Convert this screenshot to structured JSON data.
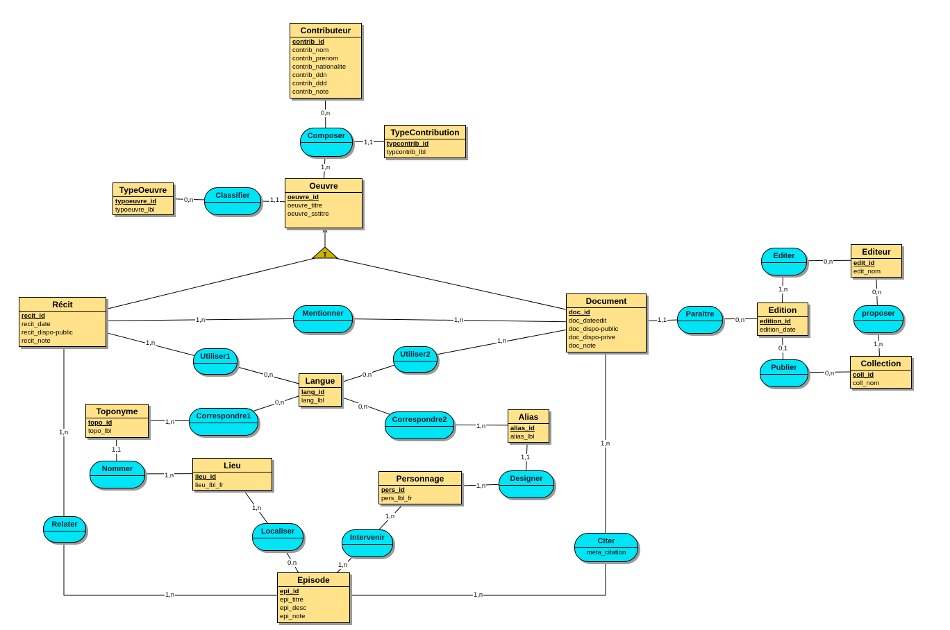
{
  "colors": {
    "entity": "#ffe28a",
    "association": "#00e5f5",
    "inheritance": "#c8b400",
    "line": "#000000"
  },
  "entities": [
    {
      "id": "contributeur",
      "title": "Contributeur",
      "pk": "contrib_id",
      "attrs": [
        "contrib_nom",
        "contrib_prenom",
        "contrib_nationalite",
        "contrib_ddn",
        "contrib_ddd",
        "contrib_note"
      ]
    },
    {
      "id": "typecontribution",
      "title": "TypeContribution",
      "pk": "typcontrib_id",
      "attrs": [
        "typcontrib_lbl"
      ]
    },
    {
      "id": "typeoeuvre",
      "title": "TypeOeuvre",
      "pk": "typoeuvre_id",
      "attrs": [
        "typoeuvre_lbl"
      ]
    },
    {
      "id": "oeuvre",
      "title": "Oeuvre",
      "pk": "oeuvre_id",
      "attrs": [
        "oeuvre_titre",
        "oeuvre_sstitre"
      ]
    },
    {
      "id": "recit",
      "title": "Récit",
      "pk": "recit_id",
      "attrs": [
        "recit_date",
        "recit_dispo-public",
        "recit_note"
      ]
    },
    {
      "id": "document",
      "title": "Document",
      "pk": "doc_id",
      "attrs": [
        "doc_dateedit",
        "doc_dispo-public",
        "doc_dispo-prive",
        "doc_note"
      ]
    },
    {
      "id": "editeur",
      "title": "Editeur",
      "pk": "edit_id",
      "attrs": [
        "edit_nom"
      ]
    },
    {
      "id": "edition",
      "title": "Edition",
      "pk": "edition_id",
      "attrs": [
        "edition_date"
      ]
    },
    {
      "id": "collection",
      "title": "Collection",
      "pk": "coll_id",
      "attrs": [
        "coll_nom"
      ]
    },
    {
      "id": "langue",
      "title": "Langue",
      "pk": "lang_id",
      "attrs": [
        "lang_lbl"
      ]
    },
    {
      "id": "toponyme",
      "title": "Toponyme",
      "pk": "topo_id",
      "attrs": [
        "topo_lbl"
      ]
    },
    {
      "id": "alias",
      "title": "Alias",
      "pk": "alias_id",
      "attrs": [
        "alias_lbl"
      ]
    },
    {
      "id": "lieu",
      "title": "Lieu",
      "pk": "lieu_id",
      "attrs": [
        "lieu_lbl_fr"
      ]
    },
    {
      "id": "personnage",
      "title": "Personnage",
      "pk": "pers_id",
      "attrs": [
        "pers_lbl_fr"
      ]
    },
    {
      "id": "episode",
      "title": "Episode",
      "pk": "epi_id",
      "attrs": [
        "epi_titre",
        "epi_desc",
        "epi_note"
      ]
    }
  ],
  "associations": [
    {
      "id": "composer",
      "title": "Composer",
      "attr": ""
    },
    {
      "id": "classifier",
      "title": "Classifier",
      "attr": ""
    },
    {
      "id": "mentionner",
      "title": "Mentionner",
      "attr": ""
    },
    {
      "id": "utiliser1",
      "title": "Utiliser1",
      "attr": ""
    },
    {
      "id": "utiliser2",
      "title": "Utiliser2",
      "attr": ""
    },
    {
      "id": "correspondre1",
      "title": "Correspondre1",
      "attr": ""
    },
    {
      "id": "correspondre2",
      "title": "Correspondre2",
      "attr": ""
    },
    {
      "id": "nommer",
      "title": "Nommer",
      "attr": ""
    },
    {
      "id": "designer",
      "title": "Designer",
      "attr": ""
    },
    {
      "id": "relater",
      "title": "Relater",
      "attr": ""
    },
    {
      "id": "localiser",
      "title": "Localiser",
      "attr": ""
    },
    {
      "id": "intervenir",
      "title": "Intervenir",
      "attr": ""
    },
    {
      "id": "citer",
      "title": "Citer",
      "attr": "meta_citation"
    },
    {
      "id": "paraitre",
      "title": "Paraitre",
      "attr": ""
    },
    {
      "id": "editer",
      "title": "Editer",
      "attr": ""
    },
    {
      "id": "publier",
      "title": "Publier",
      "attr": ""
    },
    {
      "id": "proposer",
      "title": "proposer",
      "attr": ""
    }
  ],
  "inheritance": {
    "label": "T",
    "parent": "oeuvre",
    "children": [
      "recit",
      "document"
    ]
  },
  "links": [
    {
      "from": "contributeur",
      "to": "composer",
      "card": "0,n"
    },
    {
      "from": "composer",
      "to": "typecontribution",
      "card": "1,1"
    },
    {
      "from": "composer",
      "to": "oeuvre",
      "card": "1,n"
    },
    {
      "from": "typeoeuvre",
      "to": "classifier",
      "card": "0,n"
    },
    {
      "from": "classifier",
      "to": "oeuvre",
      "card": "1,1"
    },
    {
      "from": "recit",
      "to": "mentionner",
      "card": "1,n"
    },
    {
      "from": "mentionner",
      "to": "document",
      "card": "1,n"
    },
    {
      "from": "recit",
      "to": "utiliser1",
      "card": "1,n"
    },
    {
      "from": "utiliser1",
      "to": "langue",
      "card": "0,n"
    },
    {
      "from": "langue",
      "to": "utiliser2",
      "card": "0,n"
    },
    {
      "from": "utiliser2",
      "to": "document",
      "card": "1,n"
    },
    {
      "from": "toponyme",
      "to": "correspondre1",
      "card": "1,n"
    },
    {
      "from": "correspondre1",
      "to": "langue",
      "card": "0,n"
    },
    {
      "from": "langue",
      "to": "correspondre2",
      "card": "0,n"
    },
    {
      "from": "correspondre2",
      "to": "alias",
      "card": "1,n"
    },
    {
      "from": "toponyme",
      "to": "nommer",
      "card": "1,1"
    },
    {
      "from": "nommer",
      "to": "lieu",
      "card": "1,n"
    },
    {
      "from": "alias",
      "to": "designer",
      "card": "1,1"
    },
    {
      "from": "designer",
      "to": "personnage",
      "card": "1,n"
    },
    {
      "from": "recit",
      "to": "relater",
      "card": "1,n"
    },
    {
      "from": "relater",
      "to": "episode",
      "card": "1,n"
    },
    {
      "from": "lieu",
      "to": "localiser",
      "card": "1,n"
    },
    {
      "from": "localiser",
      "to": "episode",
      "card": "0,n"
    },
    {
      "from": "personnage",
      "to": "intervenir",
      "card": "1,n"
    },
    {
      "from": "intervenir",
      "to": "episode",
      "card": "1,n"
    },
    {
      "from": "document",
      "to": "citer",
      "card": "1,n"
    },
    {
      "from": "citer",
      "to": "episode",
      "card": "1,n"
    },
    {
      "from": "document",
      "to": "paraitre",
      "card": "1,1"
    },
    {
      "from": "paraitre",
      "to": "edition",
      "card": "0,n"
    },
    {
      "from": "editer",
      "to": "edition",
      "card": "1,n"
    },
    {
      "from": "editer",
      "to": "editeur",
      "card": "0,n"
    },
    {
      "from": "editeur",
      "to": "proposer",
      "card": "0,n"
    },
    {
      "from": "proposer",
      "to": "collection",
      "card": "1,n"
    },
    {
      "from": "edition",
      "to": "publier",
      "card": "0,1"
    },
    {
      "from": "publier",
      "to": "collection",
      "card": "0,n"
    }
  ]
}
